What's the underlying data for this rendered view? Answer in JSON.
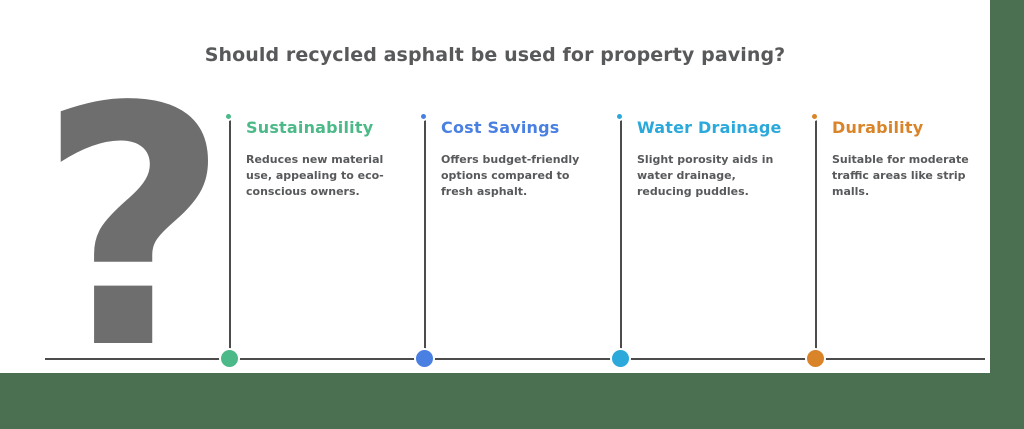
{
  "header": {
    "title": "Should recycled asphalt be used for property paving?"
  },
  "decoration": {
    "question_mark_glyph": "?"
  },
  "colors": {
    "text_dark": "#58595b",
    "line": "#4c4c4c",
    "question_mark": "#6e6e6e",
    "background": "#ffffff"
  },
  "columns": [
    {
      "heading": "Sustainability",
      "body": "Reduces new material use, appealing to eco-conscious owners.",
      "color": "#4cb989"
    },
    {
      "heading": "Cost Savings",
      "body": "Offers budget-friendly options compared to fresh asphalt.",
      "color": "#4a80e2"
    },
    {
      "heading": "Water Drainage",
      "body": "Slight porosity aids in water drainage, reducing puddles.",
      "color": "#2ba9da"
    },
    {
      "heading": "Durability",
      "body": "Suitable for moderate traffic areas like strip malls.",
      "color": "#da842a"
    }
  ]
}
